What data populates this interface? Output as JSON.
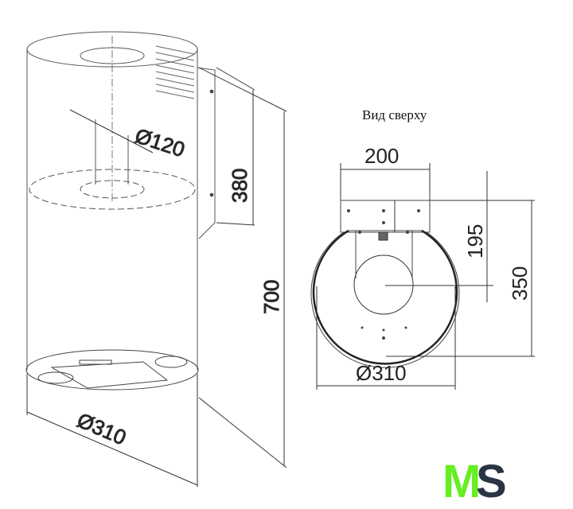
{
  "side_view": {
    "duct_diameter": "Ø120",
    "bracket_height": "380",
    "total_height": "700",
    "diameter": "Ø310"
  },
  "top_view": {
    "title": "Вид сверху",
    "bracket_width": "200",
    "bracket_depth": "195",
    "depth": "350",
    "diameter": "Ø310"
  },
  "logo": {
    "text_m": "M",
    "text_s": "S",
    "color_m": "#66ee22",
    "color_s": "#2a3444"
  }
}
